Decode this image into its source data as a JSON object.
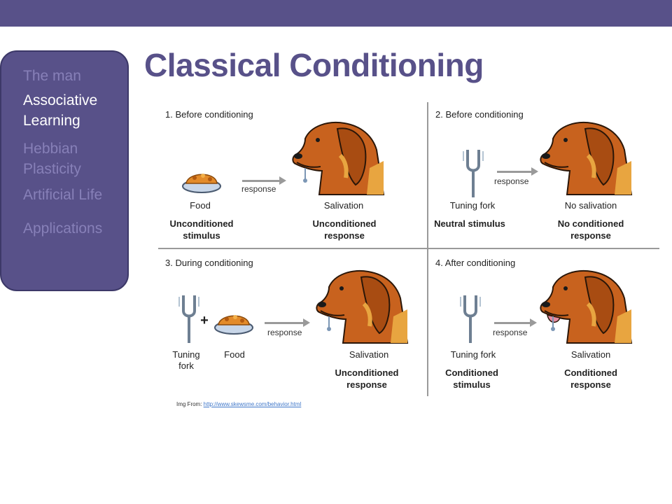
{
  "title": "Classical Conditioning",
  "sidebar": {
    "items": [
      {
        "label": "The man"
      },
      {
        "label": "Associative Learning"
      },
      {
        "label": "Hebbian Plasticity"
      },
      {
        "label": "Artificial Life"
      },
      {
        "label": "Applications"
      }
    ],
    "active_index": 1
  },
  "figure": {
    "response_label": "response",
    "panels": [
      {
        "title": "1. Before conditioning",
        "left_label": "Food",
        "left_caption": "Unconditioned stimulus",
        "right_label": "Salivation",
        "right_caption": "Unconditioned response"
      },
      {
        "title": "2. Before conditioning",
        "left_label": "Tuning fork",
        "left_caption": "Neutral stimulus",
        "right_label": "No salivation",
        "right_caption": "No conditioned response"
      },
      {
        "title": "3. During conditioning",
        "left_label": "Tuning fork",
        "left_label_2": "Food",
        "right_label": "Salivation",
        "right_caption": "Unconditioned response"
      },
      {
        "title": "4. After conditioning",
        "left_label": "Tuning fork",
        "left_caption": "Conditioned stimulus",
        "right_label": "Salivation",
        "right_caption": "Conditioned response"
      }
    ]
  },
  "credit": {
    "prefix": "Img From: ",
    "link": "http://www.skewsme.com/behavior.html"
  },
  "colors": {
    "accent": "#585189",
    "inactive_nav": "#8780b8",
    "dog": "#c8621e",
    "link": "#3f77c9"
  }
}
